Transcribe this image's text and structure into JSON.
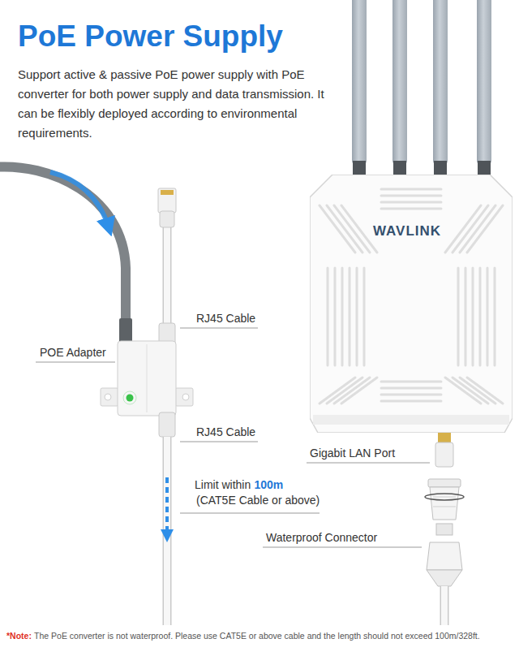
{
  "diagram": {
    "title": "PoE Power Supply",
    "nodes": [
      {
        "text": [
          "WAVLINK"
        ]
      }
    ],
    "labels": [
      "Support active & passive PoE power supply with PoE converter for both power supply and data transmission. It can be flexibly deployed according to environmental requirements.",
      "RJ45 Cable",
      "POE Adapter",
      "RJ45 Cable",
      "Limit within",
      "100m",
      "(CAT5E Cable or above)",
      "Gigabit LAN Port",
      "Waterproof Connector",
      "*Note:",
      "The PoE converter is not waterproof. Please use CAT5E or above cable and the length should not exceed 100m/328ft."
    ]
  }
}
